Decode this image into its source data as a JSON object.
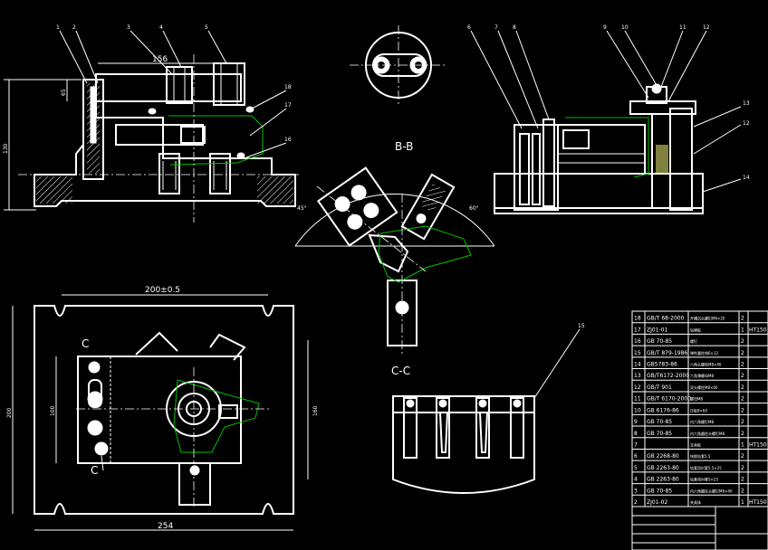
{
  "labels": {
    "section_bb": "B-B",
    "section_cc": "C-C",
    "mark_c_top": "C",
    "mark_c_bottom": "C"
  },
  "dimensions": {
    "d156": "156",
    "d130": "130",
    "d65": "65",
    "d200h": "200±0.5",
    "d200v": "200",
    "d100": "100",
    "d160": "160",
    "d254": "254",
    "a45": "45°",
    "a60": "60°"
  },
  "balloons": {
    "front_left": [
      "1",
      "2",
      "3",
      "4",
      "5"
    ],
    "front_right": [
      "18",
      "17",
      "16"
    ],
    "side_top": [
      "6",
      "7",
      "8",
      "9",
      "10",
      "11",
      "12"
    ],
    "side_right": [
      "13",
      "12",
      "14"
    ],
    "cc": "15"
  },
  "bom": {
    "rows": [
      {
        "no": "18",
        "code": "GB/T 68-2000",
        "name": "开槽沉头螺钉M6×20",
        "qty": "2",
        "mat": ""
      },
      {
        "no": "17",
        "code": "ZJ01-01",
        "name": "钻模板",
        "qty": "1",
        "mat": "HT150"
      },
      {
        "no": "16",
        "code": "GB 70-85",
        "name": "螺钉",
        "qty": "2",
        "mat": ""
      },
      {
        "no": "15",
        "code": "GB/T 879-1986",
        "name": "弹性圆柱销6×12",
        "qty": "2",
        "mat": ""
      },
      {
        "no": "14",
        "code": "GB5783-86",
        "name": "六角头螺栓M8×40",
        "qty": "2",
        "mat": ""
      },
      {
        "no": "13",
        "code": "GB/T6172-2000",
        "name": "六角薄螺母M8",
        "qty": "2",
        "mat": ""
      },
      {
        "no": "12",
        "code": "GB/T 901",
        "name": "双头螺柱M8×60",
        "qty": "2",
        "mat": ""
      },
      {
        "no": "11",
        "code": "GB/T 6170-2000",
        "name": "螺母M8",
        "qty": "2",
        "mat": ""
      },
      {
        "no": "10",
        "code": "GB 6176-86",
        "name": "压板8×60",
        "qty": "2",
        "mat": ""
      },
      {
        "no": "9",
        "code": "GB 70-85",
        "name": "内六角螺钉M8",
        "qty": "2",
        "mat": ""
      },
      {
        "no": "8",
        "code": "GB 70-85",
        "name": "内六角圆柱头螺钉M8",
        "qty": "2",
        "mat": ""
      },
      {
        "no": "7",
        "code": "",
        "name": "支承板",
        "qty": "1",
        "mat": "HT150"
      },
      {
        "no": "6",
        "code": "GB 2268-80",
        "name": "快换钻套5.5",
        "qty": "2",
        "mat": ""
      },
      {
        "no": "5",
        "code": "GB 2263-80",
        "name": "钻套用衬套5.5×25",
        "qty": "2",
        "mat": ""
      },
      {
        "no": "4",
        "code": "GB 2263-80",
        "name": "钻套用衬套5×25",
        "qty": "2",
        "mat": ""
      },
      {
        "no": "3",
        "code": "GB 70-85",
        "name": "内六角圆柱头螺钉M6×40",
        "qty": "2",
        "mat": ""
      },
      {
        "no": "2",
        "code": "ZJ01-02",
        "name": "夹具体",
        "qty": "1",
        "mat": "HT150"
      }
    ]
  }
}
